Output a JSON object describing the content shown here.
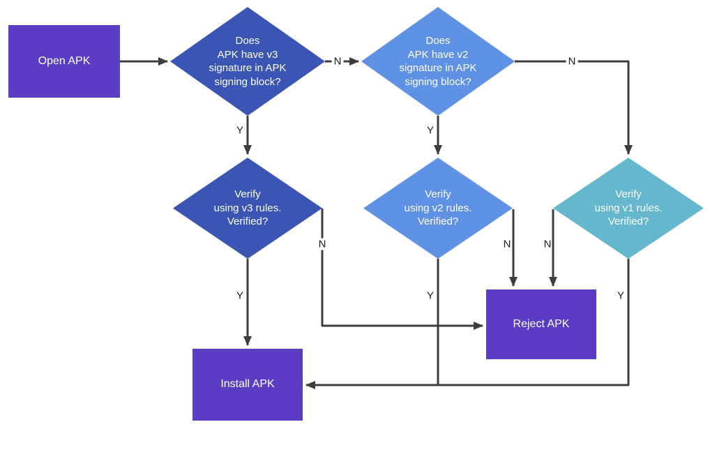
{
  "diagram": {
    "background": "#ffffff",
    "arrow_color": "#3d3d3d",
    "edge_label_color": "#1a1a1a",
    "nodes": {
      "open_apk": {
        "type": "process",
        "label": "Open APK",
        "color": "#5b3cc4"
      },
      "has_v3": {
        "type": "decision",
        "label": "Does\nAPK have v3\nsignature in APK\nsigning block?",
        "color": "#3a55b4"
      },
      "has_v2": {
        "type": "decision",
        "label": "Does\nAPK have v2\nsignature in APK\nsigning block?",
        "color": "#5f92e4"
      },
      "verify_v3": {
        "type": "decision",
        "label": "Verify\nusing v3 rules.\nVerified?",
        "color": "#3a55b4"
      },
      "verify_v2": {
        "type": "decision",
        "label": "Verify\nusing v2 rules.\nVerified?",
        "color": "#5f92e4"
      },
      "verify_v1": {
        "type": "decision",
        "label": "Verify\nusing v1 rules.\nVerified?",
        "color": "#65b7cd"
      },
      "reject_apk": {
        "type": "process",
        "label": "Reject APK",
        "color": "#5b3cc4"
      },
      "install_apk": {
        "type": "process",
        "label": "Install APK",
        "color": "#5b3cc4"
      }
    },
    "edge_labels": {
      "has_v3_no": "N",
      "has_v3_yes": "Y",
      "has_v2_yes": "Y",
      "has_v2_no": "N",
      "verify_v3_yes": "Y",
      "verify_v3_no": "N",
      "verify_v2_yes": "Y",
      "verify_v2_no": "N",
      "verify_v1_yes": "Y",
      "verify_v1_no": "N"
    }
  }
}
